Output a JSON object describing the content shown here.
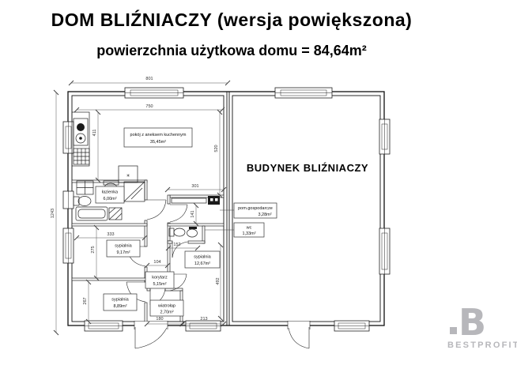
{
  "header": {
    "title": "DOM BLIŹNIACZY (wersja powiększona)",
    "subtitle": "powierzchnia użytkowa domu = 84,64m²"
  },
  "plan": {
    "building_label": "BUDYNEK BLIŹNIACZY",
    "rooms": [
      {
        "name": "pokój z aneksem kuchennym",
        "area": "35,45m²"
      },
      {
        "name": "łazienka",
        "area": "6,00m²"
      },
      {
        "name": "sypialnia",
        "area": "9,17m²"
      },
      {
        "name": "sypialnia",
        "area": "8,89m²"
      },
      {
        "name": "korytarz",
        "area": "5,15m²"
      },
      {
        "name": "wiatrołap",
        "area": "2,70m²"
      },
      {
        "name": "sypialnia",
        "area": "12,67m²"
      },
      {
        "name": "pom.gospodarcze",
        "area": "3,28m²"
      },
      {
        "name": "wc",
        "area": "1,33m²"
      }
    ],
    "dimensions": {
      "unit_width": "801",
      "total_depth": "1243",
      "living_width": "750",
      "living_left_height": "411",
      "living_right_height": "520",
      "utility_span": "301",
      "utility_height": "141",
      "bath_width": "333",
      "bedroom1_height": "275",
      "bedroom2_height": "267",
      "corridor_width": "104",
      "wc_width": "152",
      "vestibule_width": "180",
      "bedroom3_width": "213",
      "bedroom3_height": "492"
    }
  },
  "logo": {
    "monogram": "B",
    "name": "BESTPROFIT"
  },
  "colors": {
    "wall": "#111111",
    "dimension_text": "#333333",
    "logo_gray": "#b7b7bb"
  }
}
